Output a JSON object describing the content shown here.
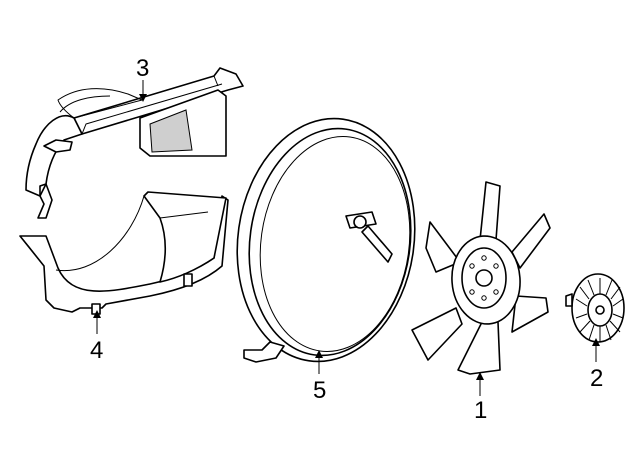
{
  "callouts": [
    {
      "id": "fan",
      "label": "1"
    },
    {
      "id": "fan-clutch",
      "label": "2"
    },
    {
      "id": "upper-shroud",
      "label": "3"
    },
    {
      "id": "lower-shroud",
      "label": "4"
    },
    {
      "id": "fan-ring-shroud",
      "label": "5"
    }
  ]
}
